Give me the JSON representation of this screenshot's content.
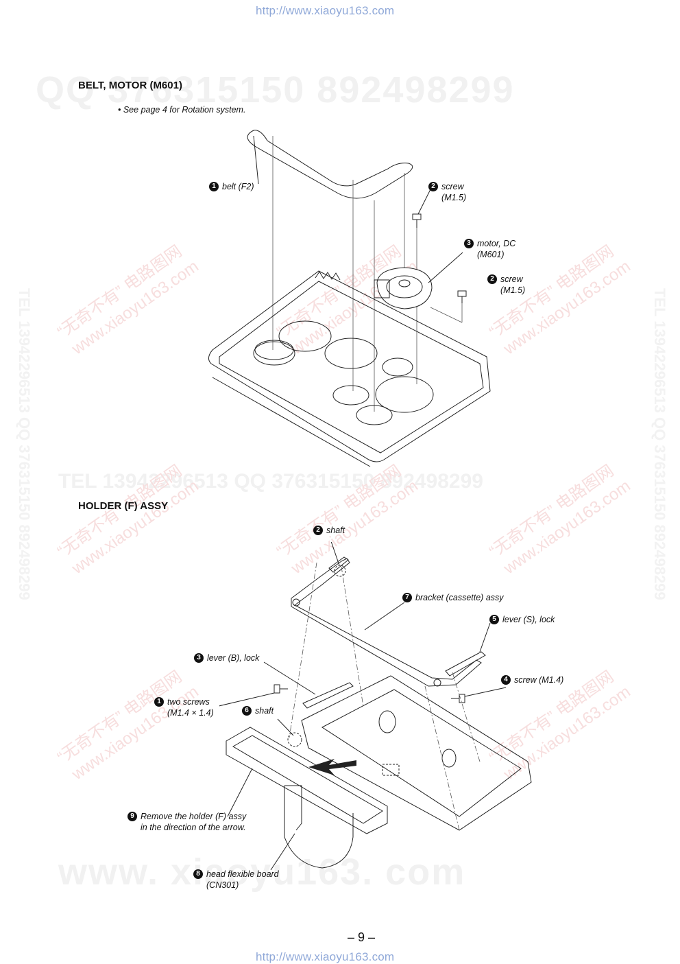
{
  "header_url": "http://www.xiaoyu163.com",
  "footer_url": "http://www.xiaoyu163.com",
  "watermarks": {
    "top": "QQ 376315150   892498299",
    "mid": "TEL 13942296513   QQ 376315150  892498299",
    "bottom": "www. xiaoyu163. com",
    "vertical": "TEL 13942296513  QQ 376315150  892498299",
    "diag_cn": "“无奇不有” 电路图网",
    "diag_url": "www.xiaoyu163.com"
  },
  "section1": {
    "title": "BELT,  MOTOR (M601)",
    "note": "• See page 4 for Rotation system.",
    "labels": [
      {
        "num": "1",
        "lines": [
          "belt (F2)"
        ]
      },
      {
        "num": "2",
        "lines": [
          "screw",
          "(M1.5)"
        ]
      },
      {
        "num": "3",
        "lines": [
          "motor, DC",
          "(M601)"
        ]
      },
      {
        "num": "2",
        "lines": [
          "screw",
          "(M1.5)"
        ]
      }
    ]
  },
  "section2": {
    "title": "HOLDER (F) ASSY",
    "labels": [
      {
        "num": "2",
        "lines": [
          "shaft"
        ]
      },
      {
        "num": "7",
        "lines": [
          "bracket (cassette) assy"
        ]
      },
      {
        "num": "5",
        "lines": [
          "lever (S), lock"
        ]
      },
      {
        "num": "3",
        "lines": [
          "lever (B), lock"
        ]
      },
      {
        "num": "4",
        "lines": [
          "screw (M1.4)"
        ]
      },
      {
        "num": "1",
        "lines": [
          "two screws",
          "(M1.4 × 1.4)"
        ]
      },
      {
        "num": "6",
        "lines": [
          "shaft"
        ]
      },
      {
        "num": "9",
        "lines": [
          "Remove the holder (F) assy",
          "in the direction of the arrow."
        ]
      },
      {
        "num": "8",
        "lines": [
          "head flexible board",
          "(CN301)"
        ]
      }
    ]
  },
  "page_number": "– 9 –"
}
